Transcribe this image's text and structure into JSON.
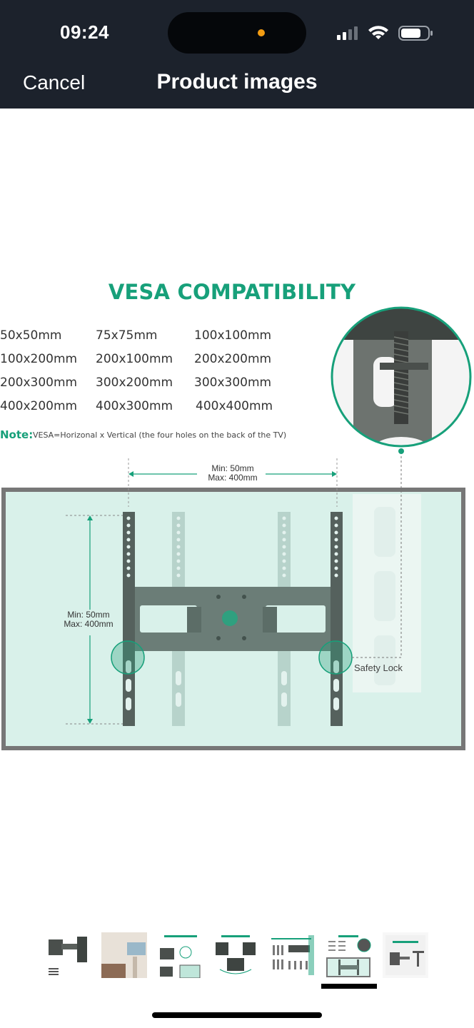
{
  "status_bar": {
    "time": "09:24"
  },
  "header": {
    "cancel_label": "Cancel",
    "title": "Product images"
  },
  "product_image": {
    "title": "VESA COMPATIBILITY",
    "sizes": [
      [
        "50x50mm",
        "75x75mm",
        "100x100mm"
      ],
      [
        "100x200mm",
        "200x100mm",
        "200x200mm"
      ],
      [
        "200x300mm",
        "300x200mm",
        "300x300mm"
      ],
      [
        "400x200mm",
        "400x300mm",
        "400x400mm"
      ]
    ],
    "note_label": "Note:",
    "note_text": "VESA=Horizonal x Vertical (the four holes on the back of the TV)",
    "horizontal_min": "Min: 50mm",
    "horizontal_max": "Max: 400mm",
    "vertical_min": "Min: 50mm",
    "vertical_max": "Max: 400mm",
    "safety_lock": "Safety Lock",
    "accent_color": "#17a07a"
  },
  "thumbnails": {
    "count": 7,
    "selected_index": 5,
    "items": [
      "thumb-mount-arm",
      "thumb-living-room",
      "thumb-viewing-experience",
      "thumb-optimal-viewing-angle",
      "thumb-hardware-kit",
      "thumb-vesa-compatibility",
      "thumb-product-dimensions"
    ]
  }
}
